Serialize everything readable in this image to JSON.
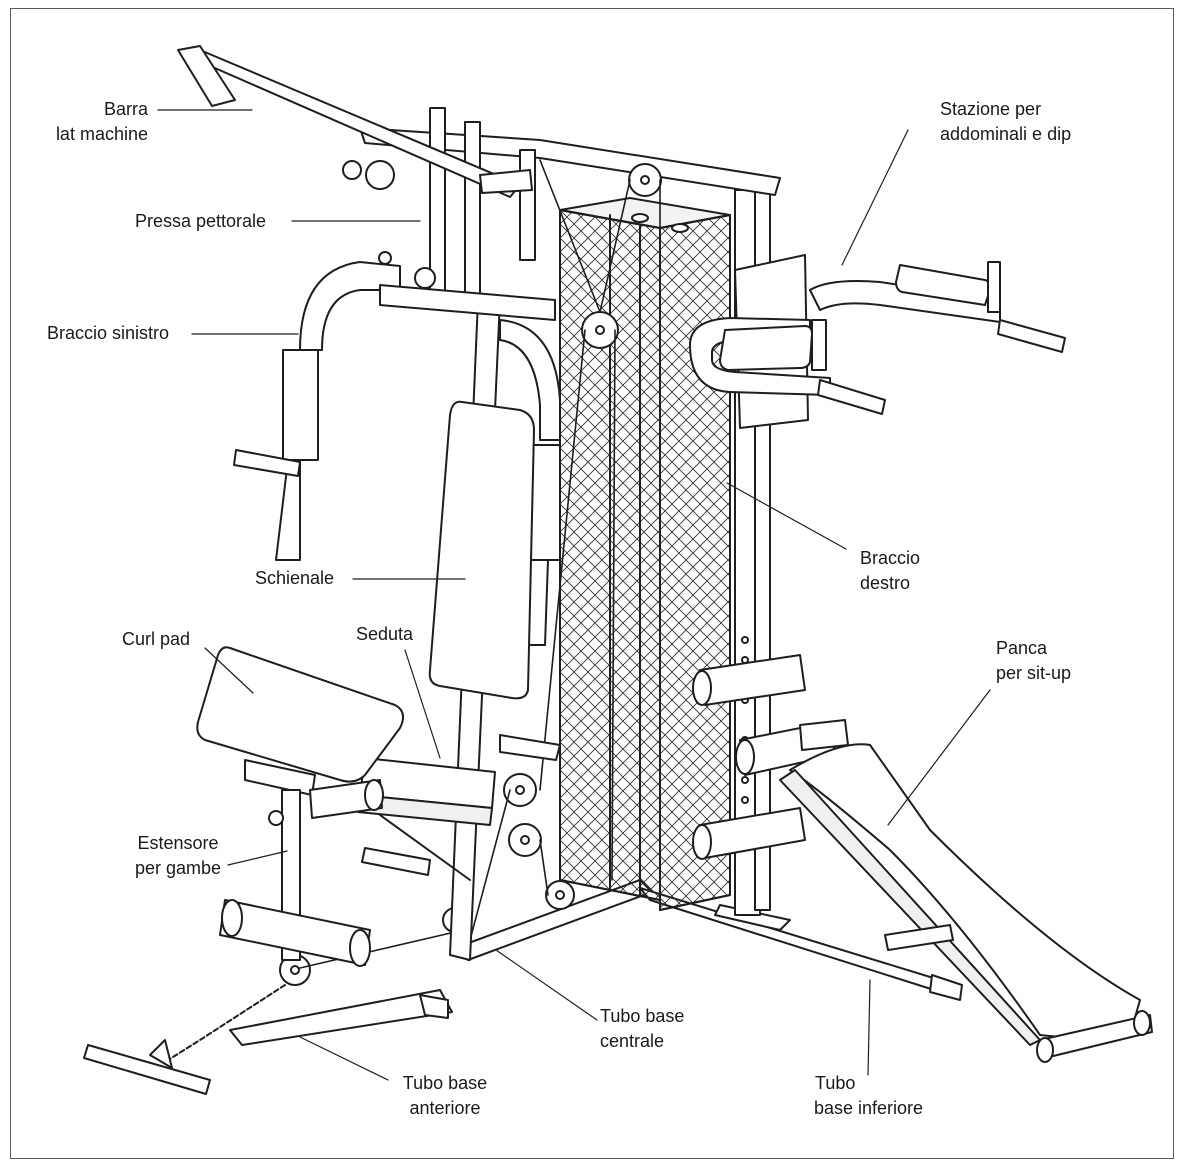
{
  "labels": {
    "barra": {
      "line1": "Barra",
      "line2": "lat machine"
    },
    "stazione": {
      "line1": "Stazione per",
      "line2": "addominali e dip"
    },
    "pressa": "Pressa pettorale",
    "braccio_sinistro": "Braccio sinistro",
    "braccio_destro": {
      "line1": "Braccio",
      "line2": "destro"
    },
    "schienale": "Schienale",
    "curl_pad": "Curl pad",
    "seduta": "Seduta",
    "panca": {
      "line1": "Panca",
      "line2": "per sit-up"
    },
    "estensore": {
      "line1": "Estensore",
      "line2": "per gambe"
    },
    "tubo_centrale": {
      "line1": "Tubo base",
      "line2": "centrale"
    },
    "tubo_anteriore": {
      "line1": "Tubo base",
      "line2": "anteriore"
    },
    "tubo_inferiore": {
      "line1": "Tubo",
      "line2": "base inferiore"
    }
  },
  "colors": {
    "line": "#1e1e1e",
    "fill": "#ffffff",
    "shade": "#e9e9e9",
    "frame": "#5a5a5a"
  }
}
